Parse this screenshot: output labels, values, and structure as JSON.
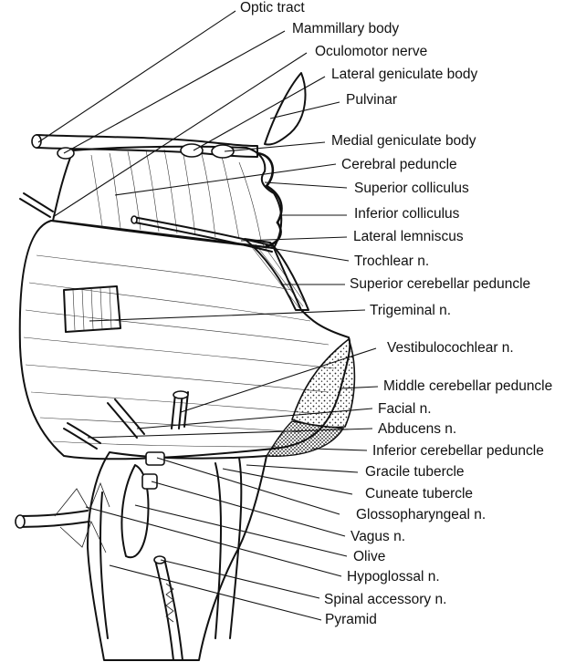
{
  "labels": [
    {
      "id": "optic-tract",
      "text": "Optic tract"
    },
    {
      "id": "mammillary-body",
      "text": "Mammillary body"
    },
    {
      "id": "oculomotor-nerve",
      "text": "Oculomotor nerve"
    },
    {
      "id": "lateral-geniculate-body",
      "text": "Lateral geniculate body"
    },
    {
      "id": "pulvinar",
      "text": "Pulvinar"
    },
    {
      "id": "medial-geniculate-body",
      "text": "Medial geniculate body"
    },
    {
      "id": "cerebral-peduncle",
      "text": "Cerebral peduncle"
    },
    {
      "id": "superior-colliculus",
      "text": "Superior colliculus"
    },
    {
      "id": "inferior-colliculus",
      "text": "Inferior colliculus"
    },
    {
      "id": "lateral-lemniscus",
      "text": "Lateral lemniscus"
    },
    {
      "id": "trochlear-n",
      "text": "Trochlear n."
    },
    {
      "id": "superior-cerebellar-peduncle",
      "text": "Superior cerebellar peduncle"
    },
    {
      "id": "trigeminal-n",
      "text": "Trigeminal n."
    },
    {
      "id": "vestibulocochlear-n",
      "text": "Vestibulocochlear n."
    },
    {
      "id": "middle-cerebellar-peduncle",
      "text": "Middle cerebellar peduncle"
    },
    {
      "id": "facial-n",
      "text": "Facial n."
    },
    {
      "id": "abducens-n",
      "text": "Abducens n."
    },
    {
      "id": "inferior-cerebellar-peduncle",
      "text": "Inferior cerebellar peduncle"
    },
    {
      "id": "gracile-tubercle",
      "text": "Gracile tubercle"
    },
    {
      "id": "cuneate-tubercle",
      "text": "Cuneate tubercle"
    },
    {
      "id": "glossopharyngeal-n",
      "text": "Glossopharyngeal n."
    },
    {
      "id": "vagus-n",
      "text": "Vagus n."
    },
    {
      "id": "olive",
      "text": "Olive"
    },
    {
      "id": "hypoglossal-n",
      "text": "Hypoglossal n."
    },
    {
      "id": "spinal-accessory-n",
      "text": "Spinal accessory n."
    },
    {
      "id": "pyramid",
      "text": "Pyramid"
    }
  ]
}
